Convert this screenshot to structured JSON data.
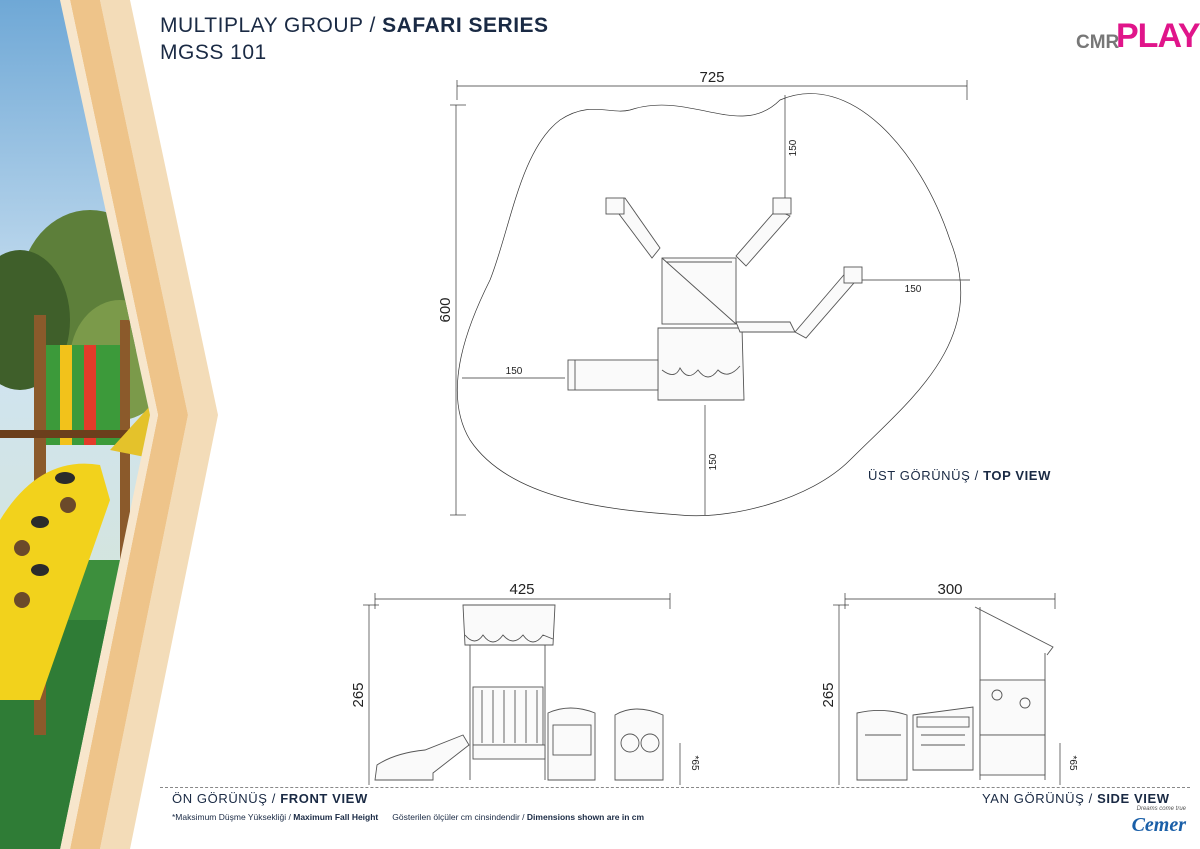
{
  "header": {
    "series_prefix": "MULTIPLAY GROUP / ",
    "series_name": "SAFARI SERIES",
    "model_code": "MGSS 101"
  },
  "brand": {
    "logo_text_left": "CMR",
    "logo_text_right": "PLAY",
    "accent_color": "#e0158a",
    "gray_color": "#7a7a7a"
  },
  "top_view": {
    "label_tr": "ÜST GÖRÜNÜŞ / ",
    "label_en": "TOP VIEW",
    "width_dim": "725",
    "depth_dim": "600",
    "clearance_top": "150",
    "clearance_right": "150",
    "clearance_left": "150",
    "clearance_bottom": "150"
  },
  "front_view": {
    "label_tr": "ÖN GÖRÜNÜŞ / ",
    "label_en": "FRONT VIEW",
    "width_dim": "425",
    "height_dim": "265",
    "fall_height": "*65"
  },
  "side_view": {
    "label_tr": "YAN GÖRÜNÜŞ / ",
    "label_en": "SIDE VIEW",
    "width_dim": "300",
    "height_dim": "265",
    "fall_height": "*65"
  },
  "footnote": {
    "fall_tr": "*Maksimum Düşme Yüksekliği / ",
    "fall_en": "Maximum Fall Height",
    "units_tr": "Gösterilen ölçüler cm cinsindendir / ",
    "units_en": "Dimensions shown are in cm"
  },
  "footer_brand": {
    "slogan": "Dreams come true",
    "name": "Cemer",
    "color": "#1a5fa8"
  }
}
